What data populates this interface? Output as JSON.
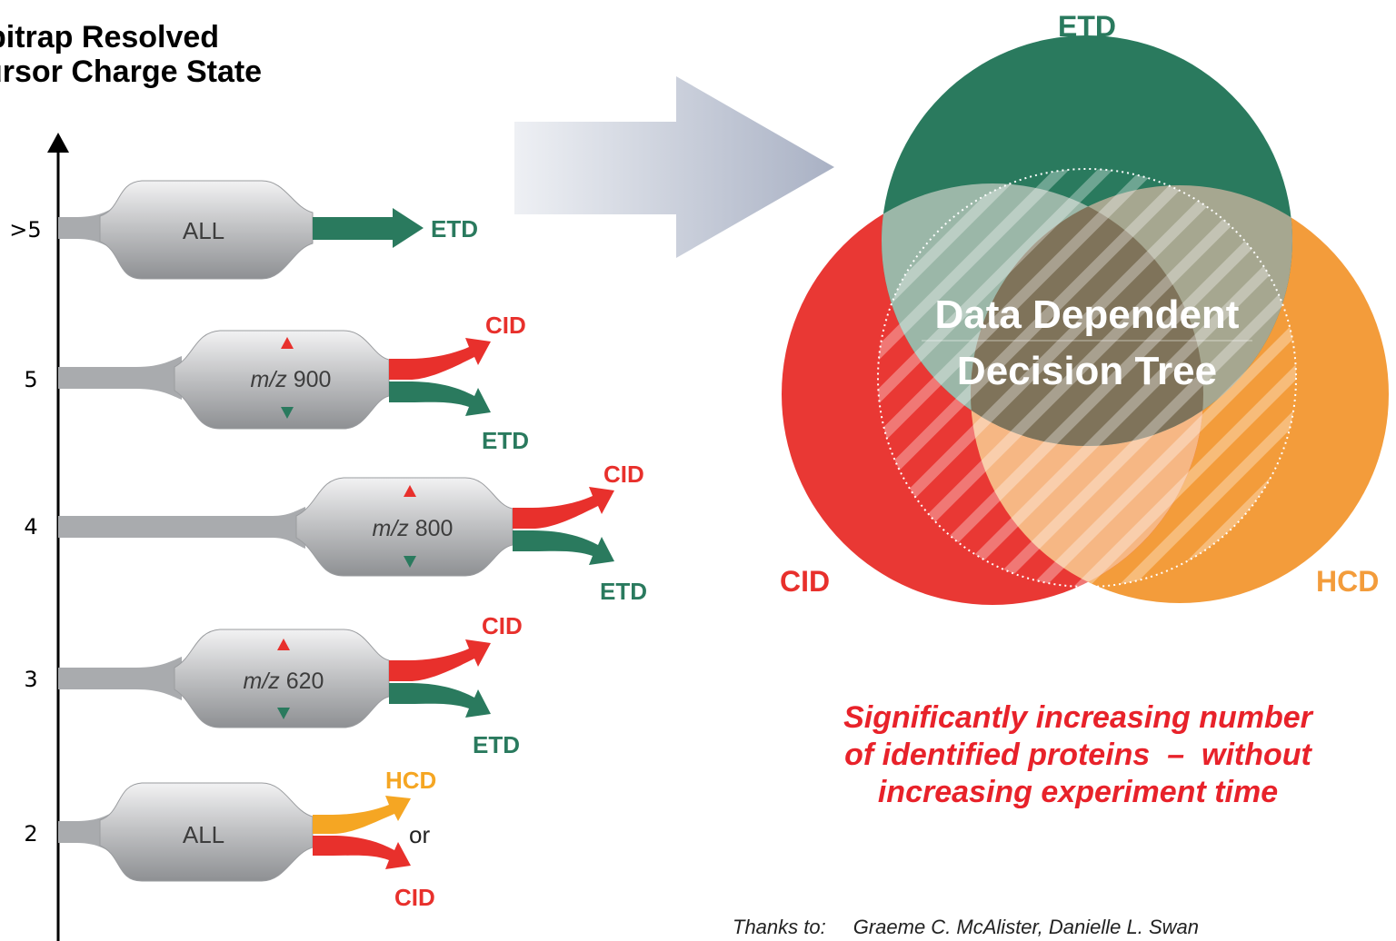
{
  "axis_title": {
    "line1": "bitrap Resolved",
    "line2": "ursor Charge State"
  },
  "rows": [
    {
      "charge": ">5",
      "node": "ALL",
      "outputs": [
        "ETD"
      ]
    },
    {
      "charge": "5",
      "node_prefix": "m/z",
      "node_value": "900",
      "outputs": [
        "CID",
        "ETD"
      ]
    },
    {
      "charge": "4",
      "node_prefix": "m/z",
      "node_value": "800",
      "outputs": [
        "CID",
        "ETD"
      ]
    },
    {
      "charge": "3",
      "node_prefix": "m/z",
      "node_value": "620",
      "outputs": [
        "CID",
        "ETD"
      ]
    },
    {
      "charge": "2",
      "node": "ALL",
      "outputs": [
        "HCD",
        "CID"
      ],
      "joiner": "or"
    }
  ],
  "venn": {
    "center_line1": "Data Dependent",
    "center_line2": "Decision Tree",
    "label_top": "ETD",
    "label_left": "CID",
    "label_right": "HCD"
  },
  "headline": {
    "line1": "Significantly increasing number",
    "line2": "of identified proteins  –  without",
    "line3": "increasing experiment time"
  },
  "credit": {
    "prefix": "Thanks to:",
    "names": "Graeme C. McAlister, Danielle L. Swan"
  },
  "colors": {
    "etd": "#2a7a5e",
    "cid": "#e8302c",
    "hcd": "#f39c3b",
    "node_gray": "#a9abae",
    "headline_red": "#e8222a"
  }
}
